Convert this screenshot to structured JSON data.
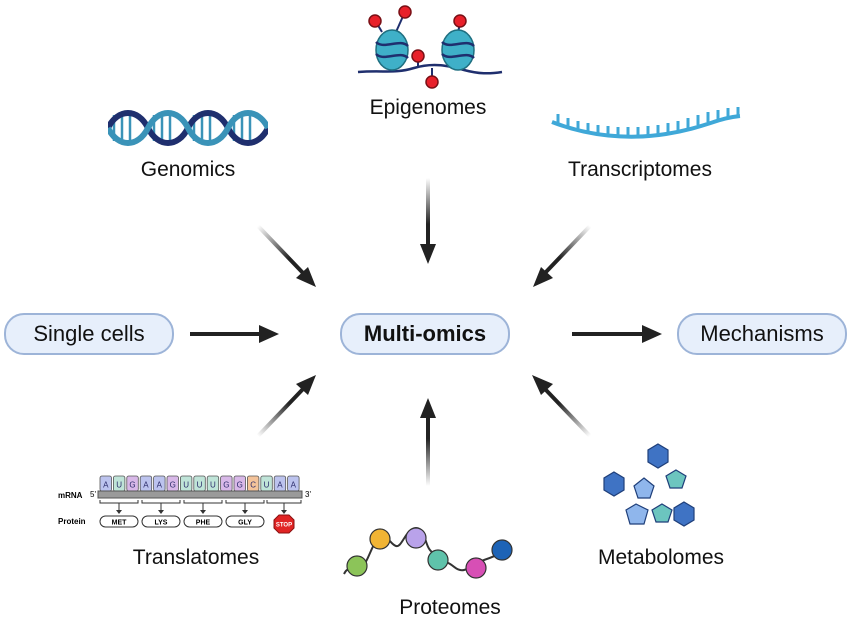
{
  "center": {
    "label": "Multi-omics"
  },
  "input": {
    "label": "Single cells"
  },
  "output": {
    "label": "Mechanisms"
  },
  "omics": {
    "genomics": "Genomics",
    "epigenomes": "Epigenomes",
    "transcriptomes": "Transcriptomes",
    "translatomes": "Translatomes",
    "proteomes": "Proteomes",
    "metabolomes": "Metabolomes"
  },
  "translation": {
    "mrna_label": "mRNA",
    "protein_label": "Protein",
    "five_prime": "5'",
    "three_prime": "3'",
    "bases": [
      "A",
      "U",
      "G",
      "A",
      "A",
      "G",
      "U",
      "U",
      "U",
      "G",
      "G",
      "C",
      "U",
      "A",
      "A"
    ],
    "codons": [
      "MET",
      "LYS",
      "PHE",
      "GLY"
    ],
    "stop": "STOP"
  },
  "colors": {
    "pill_fill": "#e7effb",
    "pill_border": "#9db4d8",
    "arrow": "#222222",
    "dna_dark": "#1f2f6e",
    "dna_light": "#3a93b8",
    "rna": "#3fa8d8",
    "nucleosome": "#3fb0c8",
    "mark": "#e8202a",
    "base_A": "#bcc3ee",
    "base_U": "#bfe4d8",
    "base_G": "#d8b8e8",
    "base_C": "#f4c39a",
    "stop_sign": "#e02424",
    "bead_green": "#8cc459",
    "bead_orange": "#f1b434",
    "bead_purple": "#b9a2ea",
    "bead_teal": "#5fc2aa",
    "bead_pink": "#d74fb5",
    "bead_blue": "#1d63b6",
    "metabolite_blue": "#3f73c4",
    "metabolite_light": "#8fb6ec",
    "metabolite_teal": "#6cc5bf"
  }
}
